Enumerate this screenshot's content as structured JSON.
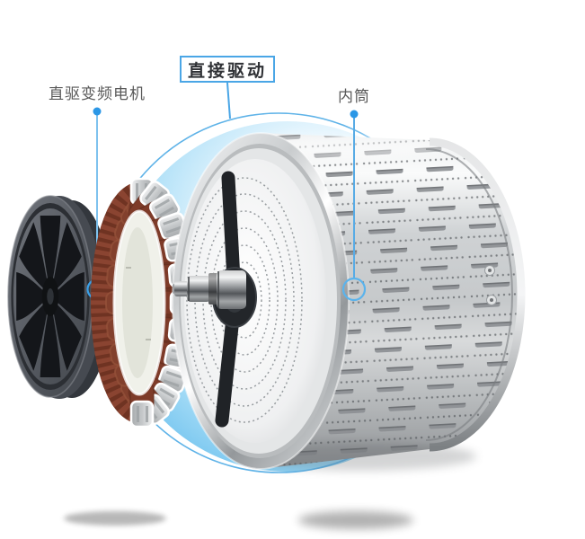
{
  "badge": {
    "label": "直接驱动"
  },
  "callouts": {
    "motor": {
      "label": "直驱变频电机"
    },
    "drum": {
      "label": "内筒"
    }
  },
  "colors": {
    "accent_blue": "#2f9ce8",
    "badge_border": "#4aa6e6",
    "label_text": "#595959",
    "halo_blue": "#7cc8f0",
    "copper_coil": "#82402d",
    "steel_light": "#eceeef",
    "steel_dark": "#8f9295"
  }
}
